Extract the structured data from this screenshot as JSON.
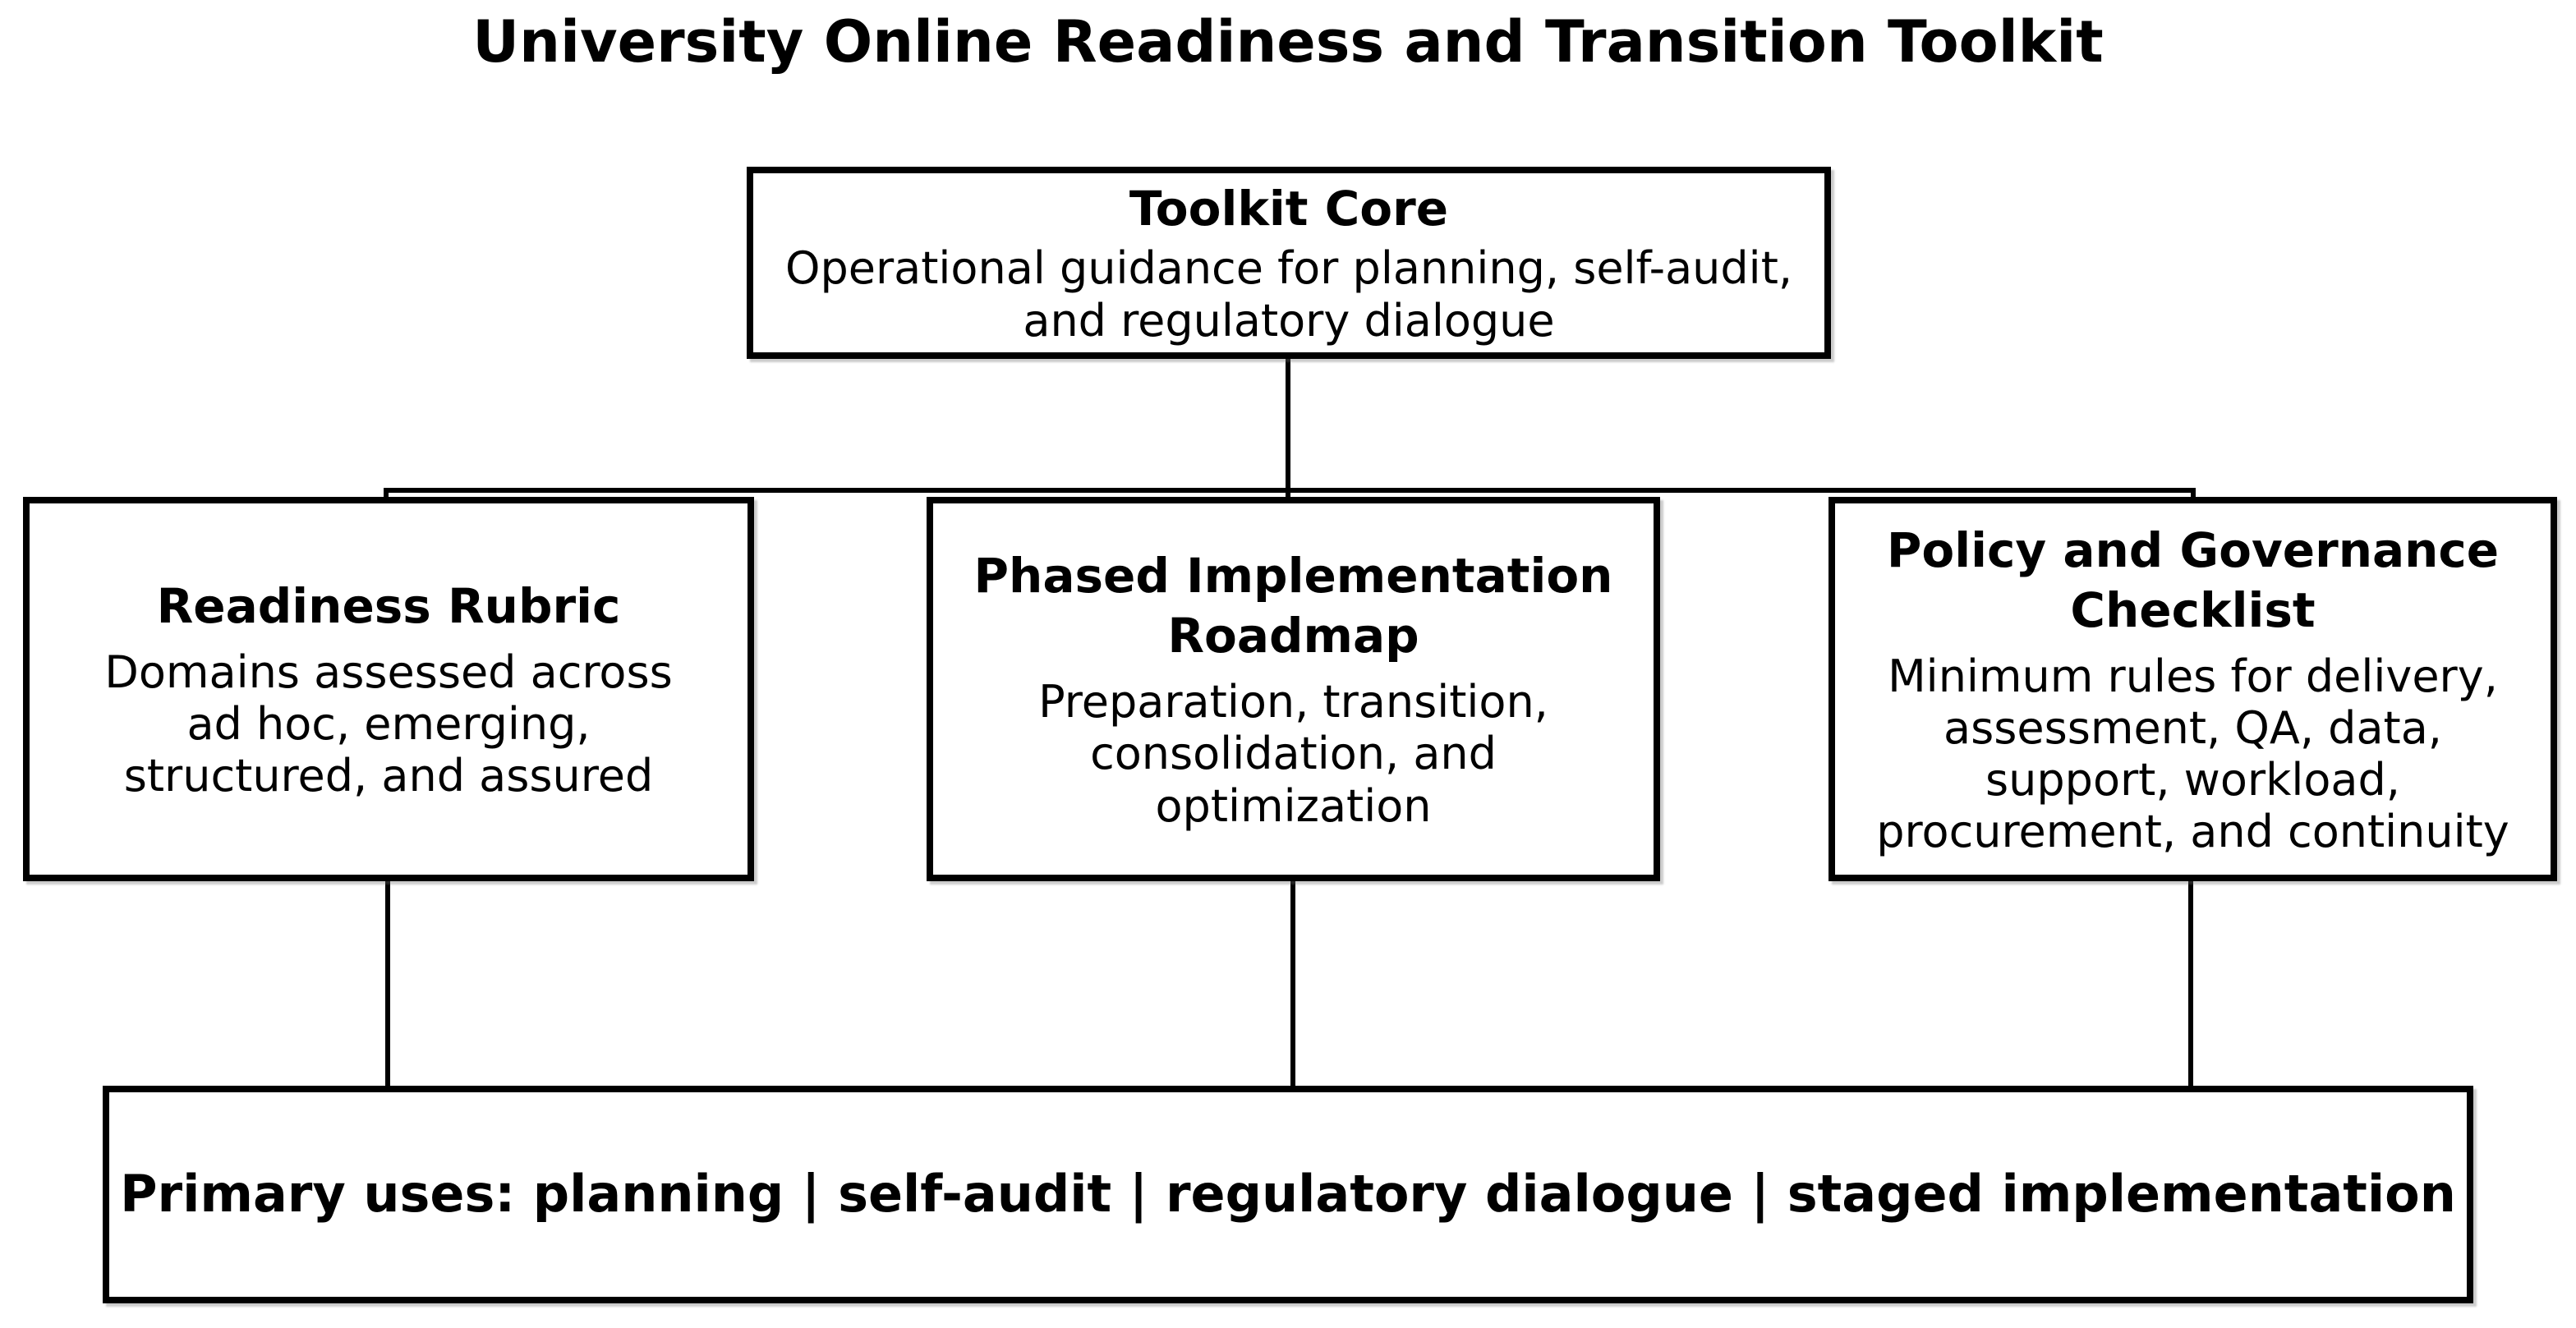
{
  "page": {
    "background_color": "#ffffff",
    "line_color": "#000000",
    "title": "University Online Readiness and Transition Toolkit"
  },
  "nodes": {
    "core": {
      "heading": "Toolkit Core",
      "body": "Operational guidance for planning, self-audit,\nand regulatory dialogue"
    },
    "readiness": {
      "heading": "Readiness Rubric",
      "body": "Domains assessed across\nad hoc, emerging,\nstructured, and assured"
    },
    "roadmap": {
      "heading": "Phased Implementation\nRoadmap",
      "body": "Preparation, transition,\nconsolidation, and\noptimization"
    },
    "policy": {
      "heading": "Policy and Governance\nChecklist",
      "body": "Minimum rules for delivery,\nassessment, QA, data,\nsupport, workload,\nprocurement, and continuity"
    },
    "uses": {
      "label": "Primary uses: planning | self-audit | regulatory dialogue | staged implementation"
    }
  }
}
